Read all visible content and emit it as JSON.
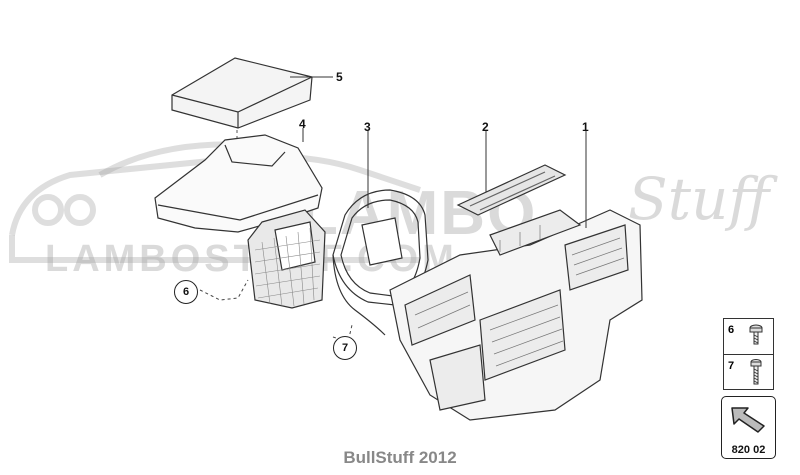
{
  "watermark": {
    "brand": "LAMBO",
    "script": "Stuff",
    "site": "LAMBOSTUFF.COM"
  },
  "callouts": [
    {
      "id": "1",
      "label": "1"
    },
    {
      "id": "2",
      "label": "2"
    },
    {
      "id": "3",
      "label": "3"
    },
    {
      "id": "4",
      "label": "4"
    },
    {
      "id": "5",
      "label": "5"
    }
  ],
  "circle_callouts": [
    {
      "id": "6",
      "label": "6"
    },
    {
      "id": "7",
      "label": "7"
    }
  ],
  "legend": {
    "items": [
      {
        "label": "6",
        "icon": "washer-icon"
      },
      {
        "label": "7",
        "icon": "screw-icon"
      }
    ]
  },
  "badge": {
    "code": "820 02",
    "icon": "arrow-left-icon"
  },
  "footer": "BullStuff 2012"
}
